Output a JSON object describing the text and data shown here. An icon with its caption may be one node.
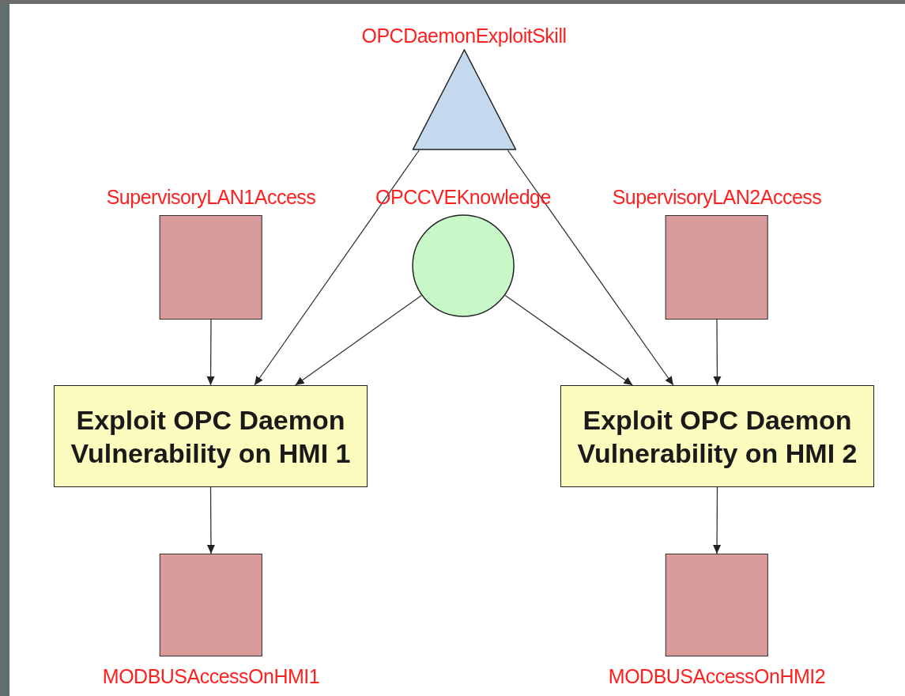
{
  "diagram": {
    "nodes": [
      {
        "text": [
          "OPCDaemonExploitSkill"
        ]
      },
      {
        "text": [
          "SupervisoryLAN1Access"
        ]
      },
      {
        "text": [
          "OPCCVEKnowledge"
        ]
      },
      {
        "text": [
          "SupervisoryLAN2Access"
        ]
      },
      {
        "text": [
          "Exploit OPC Daemon Vulnerability on HMI 1"
        ]
      },
      {
        "text": [
          "Exploit OPC Daemon Vulnerability on HMI 2"
        ]
      },
      {
        "text": [
          "MODBUSAccessOnHMI1"
        ]
      },
      {
        "text": [
          "MODBUSAccessOnHMI2"
        ]
      }
    ],
    "edges": [
      {
        "from": 1,
        "to": 4,
        "arrow": "to"
      },
      {
        "from": 0,
        "to": 4,
        "arrow": "to"
      },
      {
        "from": 2,
        "to": 4,
        "arrow": "to"
      },
      {
        "from": 2,
        "to": 5,
        "arrow": "to"
      },
      {
        "from": 0,
        "to": 5,
        "arrow": "to"
      },
      {
        "from": 3,
        "to": 5,
        "arrow": "to"
      },
      {
        "from": 4,
        "to": 6,
        "arrow": "to"
      },
      {
        "from": 5,
        "to": 7,
        "arrow": "to"
      }
    ]
  }
}
